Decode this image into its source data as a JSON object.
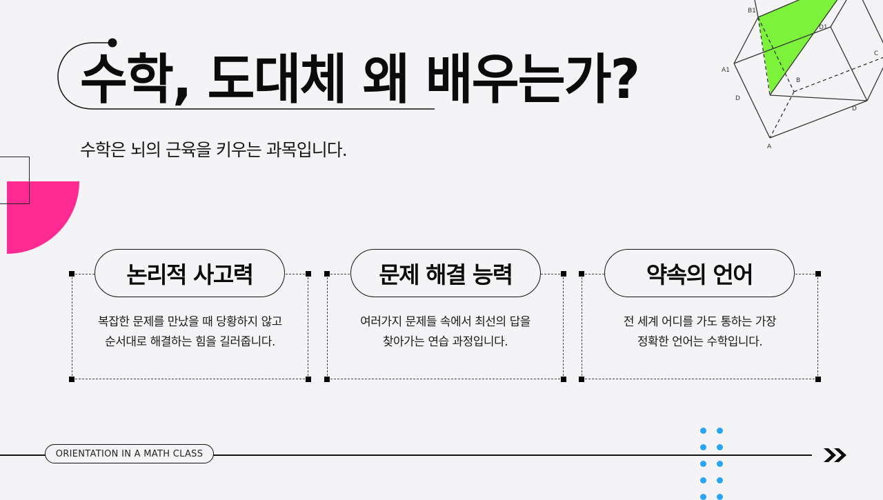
{
  "slide": {
    "title": "수학, 도대체 왜 배우는가?",
    "subtitle": "수학은 뇌의 근육을 키우는 과목입니다.",
    "colors": {
      "background": "#f4f3f5",
      "accent_pink": "#ff2b93",
      "accent_green": "#7cf33a",
      "accent_blue": "#2aa4f4",
      "text": "#0b0b0b"
    }
  },
  "figure": {
    "type": "parallelepiped-diagram",
    "labels": [
      "B1",
      "D1",
      "A1",
      "C",
      "B",
      "D",
      "D",
      "A"
    ]
  },
  "cards": [
    {
      "heading": "논리적 사고력",
      "lines": [
        "복잡한 문제를 만났을 때 당황하지 않고",
        "순서대로 해결하는 힘을 길러줍니다."
      ]
    },
    {
      "heading": "문제 해결 능력",
      "lines": [
        "여러가지 문제들 속에서 최선의 답을",
        "찾아가는 연습 과정입니다."
      ]
    },
    {
      "heading": "약속의 언어",
      "lines": [
        "전 세계 어디를 가도 통하는 가장",
        "정확한 언어는 수학입니다."
      ]
    }
  ],
  "footer": {
    "label": "ORIENTATION IN A MATH CLASS",
    "next_icon": "double-chevron-right-icon"
  }
}
